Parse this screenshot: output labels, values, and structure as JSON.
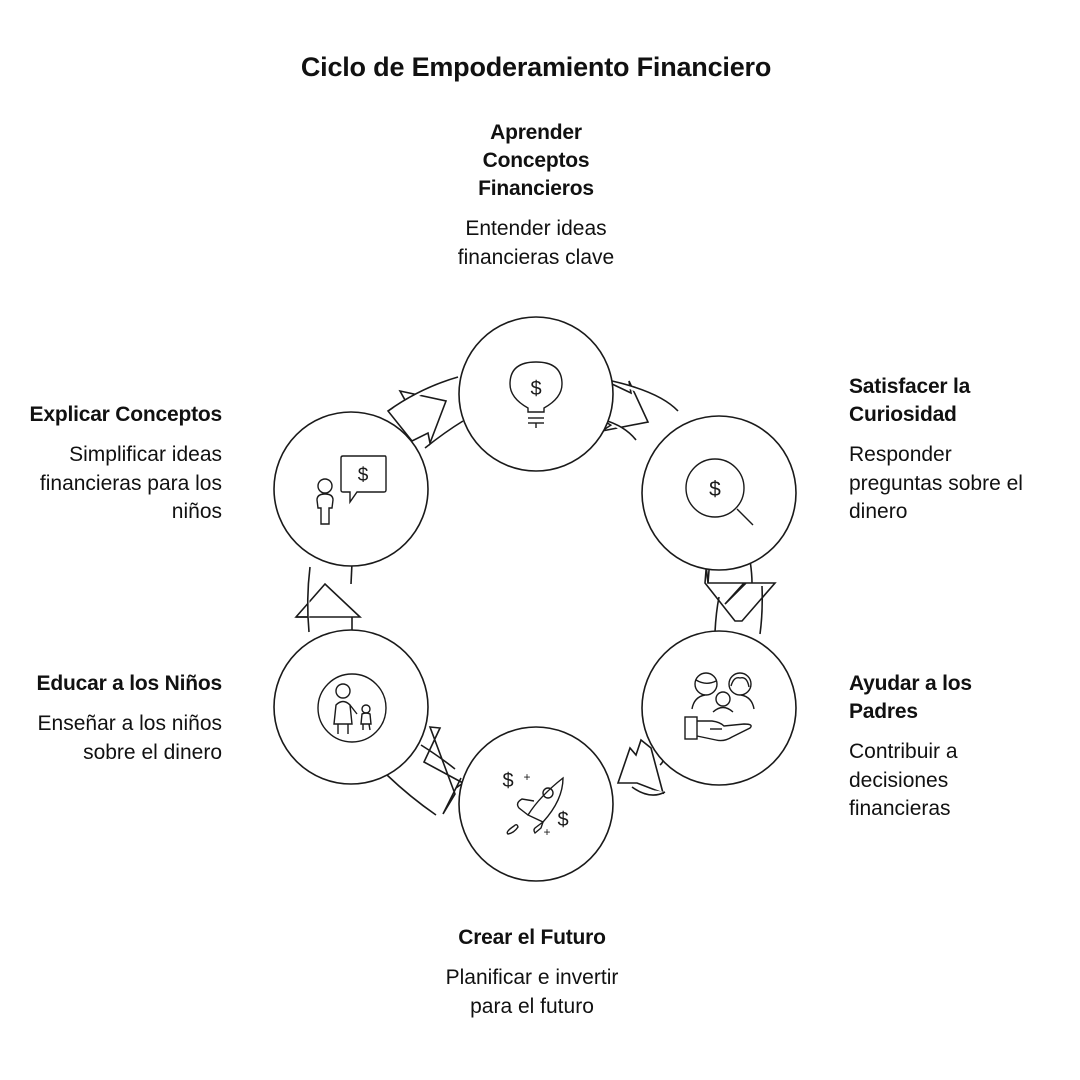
{
  "title": "Ciclo de Empoderamiento Financiero",
  "stages": [
    {
      "id": "aprender",
      "title": "Aprender Conceptos Financieros",
      "title_lines": [
        "Aprender",
        "Conceptos",
        "Financieros"
      ],
      "description_lines": [
        "Entender ideas",
        "financieras clave"
      ],
      "icon": "lightbulb-dollar-icon"
    },
    {
      "id": "satisfacer",
      "title": "Satisfacer la Curiosidad",
      "title_lines": [
        "Satisfacer la",
        "Curiosidad"
      ],
      "description_lines": [
        "Responder",
        "preguntas sobre el",
        "dinero"
      ],
      "icon": "magnifier-dollar-icon"
    },
    {
      "id": "ayudar",
      "title": "Ayudar a los Padres",
      "title_lines": [
        "Ayudar a los",
        "Padres"
      ],
      "description_lines": [
        "Contribuir a",
        "decisiones",
        "financieras"
      ],
      "icon": "family-hand-icon"
    },
    {
      "id": "crear",
      "title": "Crear el Futuro",
      "title_lines": [
        "Crear el Futuro"
      ],
      "description_lines": [
        "Planificar e invertir",
        "para el futuro"
      ],
      "icon": "rocket-dollar-icon"
    },
    {
      "id": "educar",
      "title": "Educar a los Niños",
      "title_lines": [
        "Educar a los Niños"
      ],
      "description_lines": [
        "Enseñar a los niños",
        "sobre el dinero"
      ],
      "icon": "parent-child-icon"
    },
    {
      "id": "explicar",
      "title": "Explicar Conceptos",
      "title_lines": [
        "Explicar Conceptos"
      ],
      "description_lines": [
        "Simplificar ideas",
        "financieras para los",
        "niños"
      ],
      "icon": "person-speech-dollar-icon"
    }
  ],
  "cycle_direction": "clockwise",
  "icon_glyphs": {
    "dollar": "$",
    "plus": "+"
  },
  "colors": {
    "stroke": "#1a1a1a",
    "background": "#ffffff",
    "text": "#111111"
  }
}
